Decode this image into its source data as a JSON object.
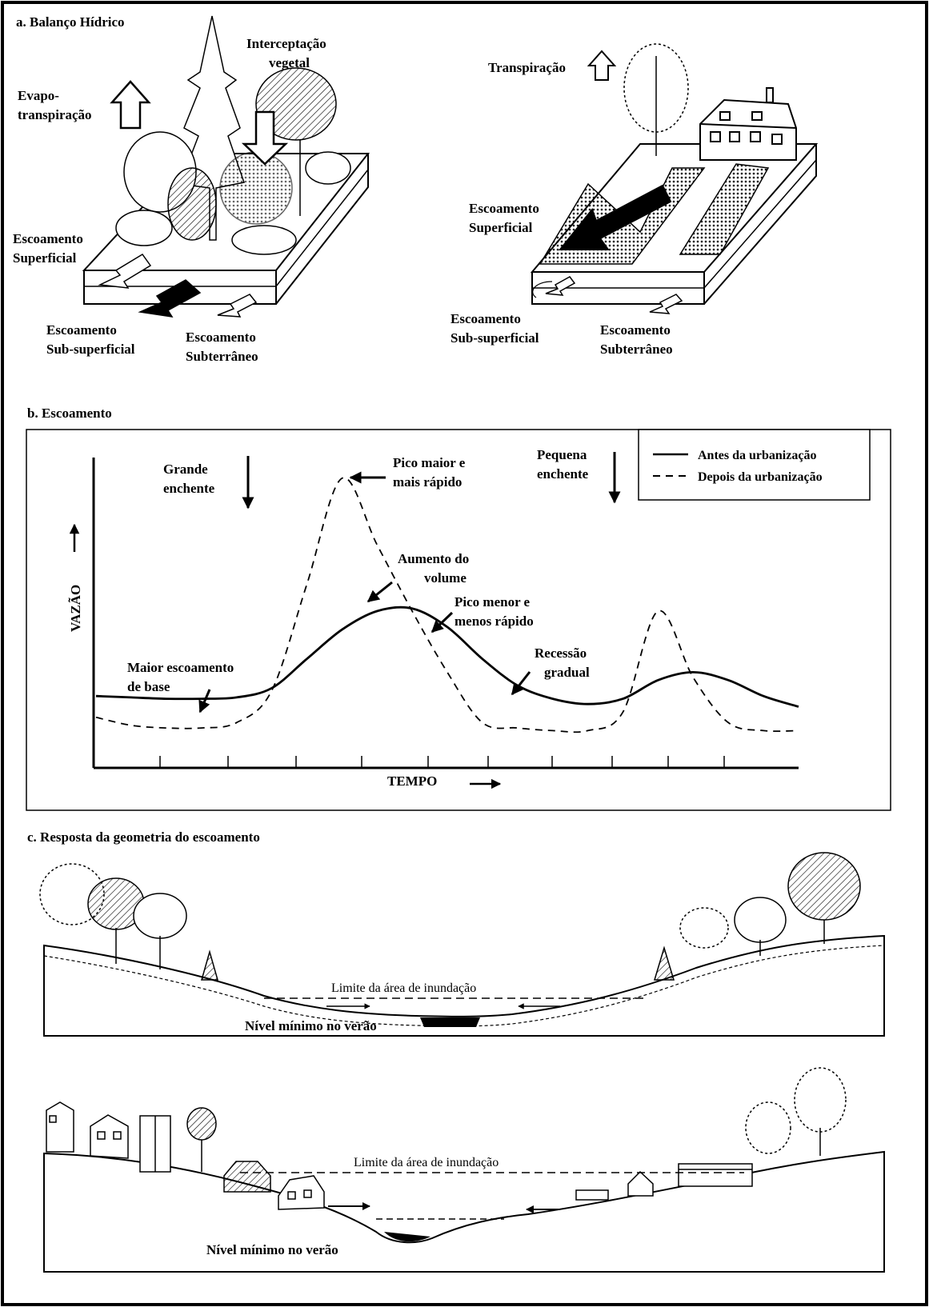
{
  "colors": {
    "ink": "#000000",
    "paper": "#ffffff"
  },
  "section_a": {
    "title": "a. Balanço  Hídrico",
    "left": {
      "evapo_1": "Evapo-",
      "evapo_2": "transpiração",
      "interception_1": "Interceptação",
      "interception_2": "vegetal",
      "surface_1": "Escoamento",
      "surface_2": "Superficial",
      "subsurface_1": "Escoamento",
      "subsurface_2": "Sub-superficial",
      "ground_1": "Escoamento",
      "ground_2": "Subterrâneo"
    },
    "right": {
      "transpiration": "Transpiração",
      "surface_1": "Escoamento",
      "surface_2": "Superficial",
      "subsurface_1": "Escoamento",
      "subsurface_2": "Sub-superficial",
      "ground_1": "Escoamento",
      "ground_2": "Subterrâneo"
    }
  },
  "section_b": {
    "title": "b.  Escoamento",
    "legend": {
      "before": "Antes da urbanização",
      "after": "Depois da urbanização"
    },
    "annotations": {
      "big_flood_1": "Grande",
      "big_flood_2": "enchente",
      "peak_more_1": "Pico maior e",
      "peak_more_2": "mais rápido",
      "small_flood_1": "Pequena",
      "small_flood_2": "enchente",
      "volume_1": "Aumento do",
      "volume_2": "volume",
      "peak_less_1": "Pico menor e",
      "peak_less_2": "menos rápido",
      "base_1": "Maior escoamento",
      "base_2": "de base",
      "recession_1": "Recessão",
      "recession_2": "gradual"
    },
    "chart_data": {
      "type": "line",
      "xlabel": "TEMPO",
      "ylabel": "VAZÃO",
      "x": [
        0,
        5,
        10,
        15,
        20,
        25,
        30,
        35,
        40,
        45,
        50,
        55,
        60,
        65,
        70,
        75,
        80,
        85,
        90,
        95,
        100
      ],
      "series": [
        {
          "name": "Antes da urbanização",
          "style": "solid",
          "values": [
            0.18,
            0.175,
            0.17,
            0.17,
            0.175,
            0.21,
            0.32,
            0.43,
            0.5,
            0.51,
            0.44,
            0.32,
            0.22,
            0.17,
            0.15,
            0.17,
            0.24,
            0.27,
            0.24,
            0.18,
            0.14
          ]
        },
        {
          "name": "Depois da urbanização",
          "style": "dashed",
          "values": [
            0.1,
            0.07,
            0.06,
            0.06,
            0.08,
            0.2,
            0.6,
            1.0,
            0.75,
            0.5,
            0.27,
            0.08,
            0.06,
            0.05,
            0.05,
            0.12,
            0.5,
            0.25,
            0.08,
            0.05,
            0.05
          ]
        }
      ]
    }
  },
  "section_c": {
    "title": "c.  Resposta da geometria do escoamento",
    "top_profile": {
      "flood_limit": "Limite da área de inundação",
      "min_level": "Nível mínimo no verão"
    },
    "bottom_profile": {
      "flood_limit": "Limite da área de inundação",
      "min_level": "Nível mínimo no verão"
    }
  }
}
